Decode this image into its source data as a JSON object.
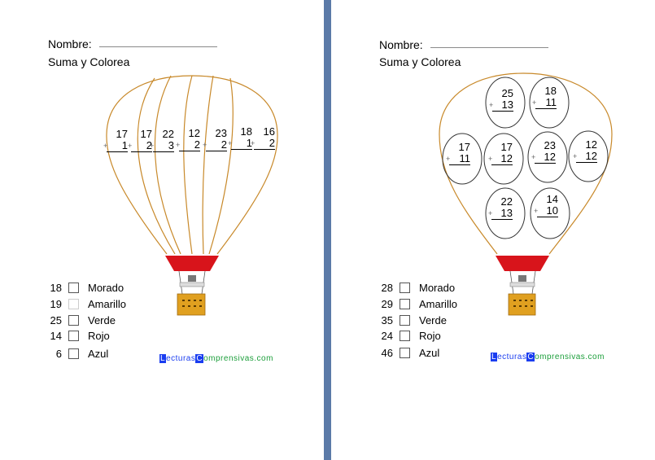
{
  "left": {
    "nombre_label": "Nombre:",
    "subtitle": "Suma y Colorea",
    "problems": [
      {
        "a": "17",
        "b": "1"
      },
      {
        "a": "17",
        "b": "2"
      },
      {
        "a": "22",
        "b": "3"
      },
      {
        "a": "12",
        "b": "2"
      },
      {
        "a": "23",
        "b": "2"
      },
      {
        "a": "18",
        "b": "1"
      },
      {
        "a": "16",
        "b": "2"
      }
    ],
    "legend": [
      {
        "num": "18",
        "color": "Morado"
      },
      {
        "num": "19",
        "color": "Amarillo"
      },
      {
        "num": "25",
        "color": "Verde"
      },
      {
        "num": "14",
        "color": "Rojo"
      },
      {
        "num": "6",
        "color": "Azul"
      }
    ],
    "logo": {
      "c1": "L",
      "p1": "ecturas",
      "c2": "C",
      "p2": "omprensivas.com"
    }
  },
  "right": {
    "nombre_label": "Nombre:",
    "subtitle": "Suma y Colorea",
    "problems": [
      {
        "a": "25",
        "b": "13"
      },
      {
        "a": "18",
        "b": "11"
      },
      {
        "a": "17",
        "b": "11"
      },
      {
        "a": "17",
        "b": "12"
      },
      {
        "a": "23",
        "b": "12"
      },
      {
        "a": "12",
        "b": "12"
      },
      {
        "a": "22",
        "b": "13"
      },
      {
        "a": "14",
        "b": "10"
      }
    ],
    "legend": [
      {
        "num": "28",
        "color": "Morado"
      },
      {
        "num": "29",
        "color": "Amarillo"
      },
      {
        "num": "35",
        "color": "Verde"
      },
      {
        "num": "24",
        "color": "Rojo"
      },
      {
        "num": "46",
        "color": "Azul"
      }
    ],
    "logo": {
      "c1": "L",
      "p1": "ecturas",
      "c2": "C",
      "p2": "omprensivas.com"
    }
  },
  "colors": {
    "balloon_line": "#c8892a",
    "balloon_base": "#d8141b",
    "basket": "#e0a020",
    "background": "#5b7aa8"
  }
}
